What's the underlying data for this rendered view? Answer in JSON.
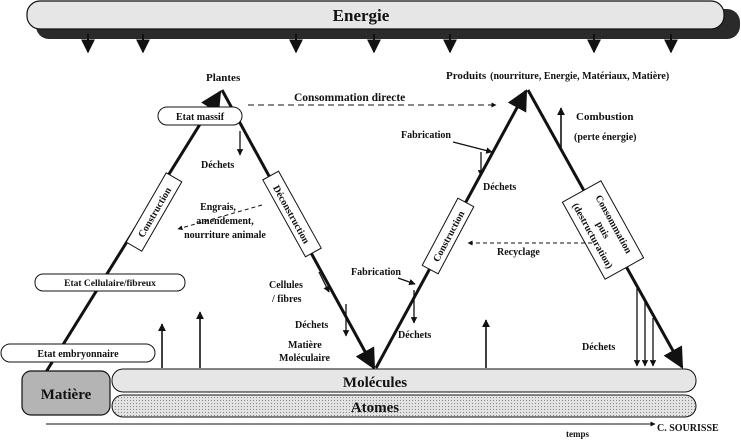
{
  "colors": {
    "bar_fill": "#e6e6e6",
    "bar_shadow": "#2a2a2a",
    "matiere_fill": "#b4b4b4",
    "atomes_fill": "#dcdcdc",
    "line": "#111111",
    "background": "#ffffff"
  },
  "top_bar": {
    "label": "Energie"
  },
  "bottom": {
    "matiere": "Matière",
    "molecules": "Molécules",
    "atomes": "Atomes",
    "temps": "temps",
    "author": "C. SOURISSE"
  },
  "peaks": {
    "plantes": "Plantes",
    "produits": "Produits",
    "produits_detail": "(nourriture, Energie, Matériaux, Matière)"
  },
  "stage_boxes": {
    "etat_massif": "Etat massif",
    "etat_cellulaire": "Etat Cellulaire/fibreux",
    "etat_embryonnaire": "Etat embryonnaire"
  },
  "rotated_boxes": {
    "construction_left": "Construction",
    "deconstruction": "Déconstruction",
    "construction_right": "Construction",
    "consommation_line1": "Consommation",
    "consommation_line2": "puis",
    "consommation_line3": "(destructuration)"
  },
  "labels": {
    "consommation_directe": "Consommation directe",
    "dechets_1": "Déchets",
    "engrais_line1": "Engrais,",
    "engrais_line2": "amendement,",
    "engrais_line3": "nourriture animale",
    "cellules_line1": "Cellules",
    "cellules_line2": "/  fibres",
    "dechets_2": "Déchets",
    "matiere_moleculaire_line1": "Matière",
    "matiere_moleculaire_line2": "Moléculaire",
    "fabrication_1": "Fabrication",
    "dechets_3": "Déchets",
    "fabrication_2": "Fabrication",
    "dechets_4": "Déchets",
    "recyclage": "Recyclage",
    "combustion": "Combustion",
    "perte_energie": "(perte énergie)",
    "dechets_5": "Déchets"
  }
}
